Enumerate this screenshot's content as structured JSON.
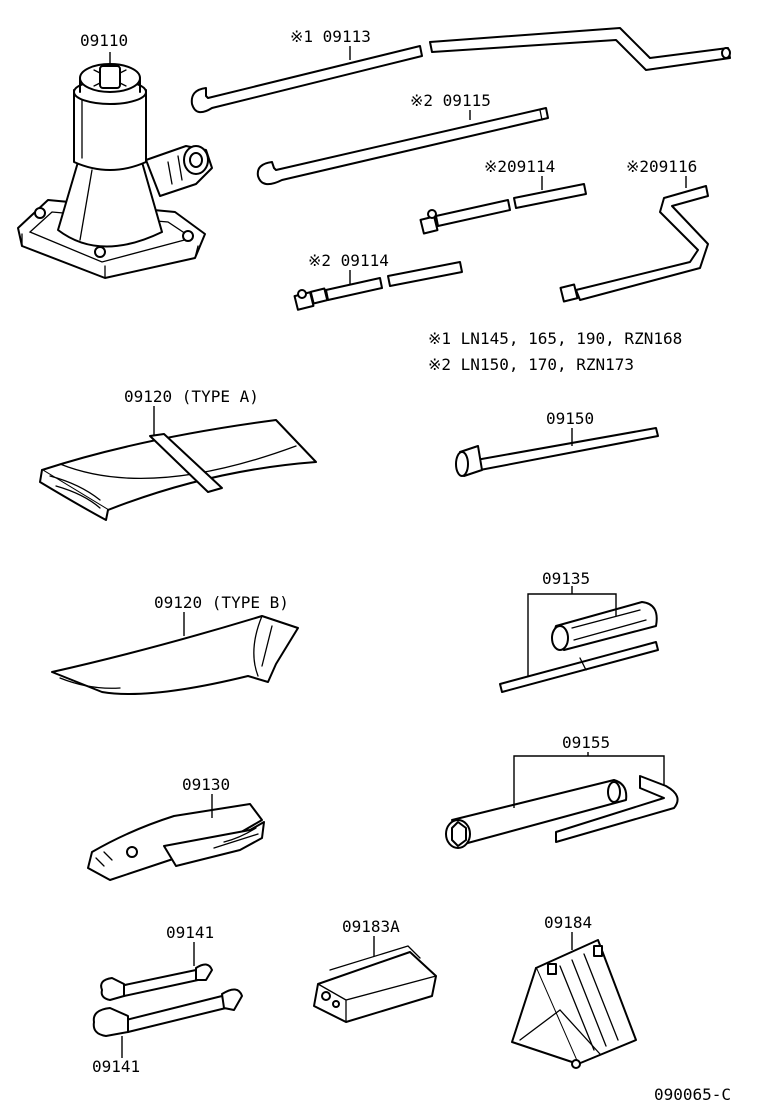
{
  "labels": {
    "jack": "09110",
    "jack_handle_1": "※1 09113",
    "jack_handle_2": "※2 09115",
    "extension_upper": "※209114",
    "extension_lower": "※2 09114",
    "crank_handle": "※209116",
    "note_1": "※1 LN145, 165, 190, RZN168",
    "note_2": "※2 LN150, 170, RZN173",
    "tool_bag_a": "09120 (TYPE  A)",
    "tool_bag_b": "09120 (TYPE  B)",
    "handle_bar": "09150",
    "screwdriver": "09135",
    "pliers": "09130",
    "wheel_wrench": "09155",
    "wrench_upper": "09141",
    "wrench_lower": "09141",
    "tool_clamp": "09183A",
    "wheel_chock": "09184",
    "figure_id": "090065-C"
  }
}
